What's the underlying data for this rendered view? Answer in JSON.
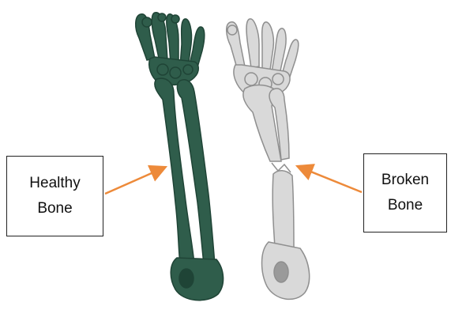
{
  "labels": {
    "healthy": {
      "line1": "Healthy",
      "line2": "Bone"
    },
    "broken": {
      "line1": "Broken",
      "line2": "Bone"
    }
  },
  "colors": {
    "healthy_bone": "#2f5d4b",
    "healthy_bone_shadow": "#1f4436",
    "broken_bone": "#d9d9d9",
    "broken_bone_shadow": "#8f8f8f",
    "arrow": "#ed8a3a",
    "box_border": "#222222"
  }
}
